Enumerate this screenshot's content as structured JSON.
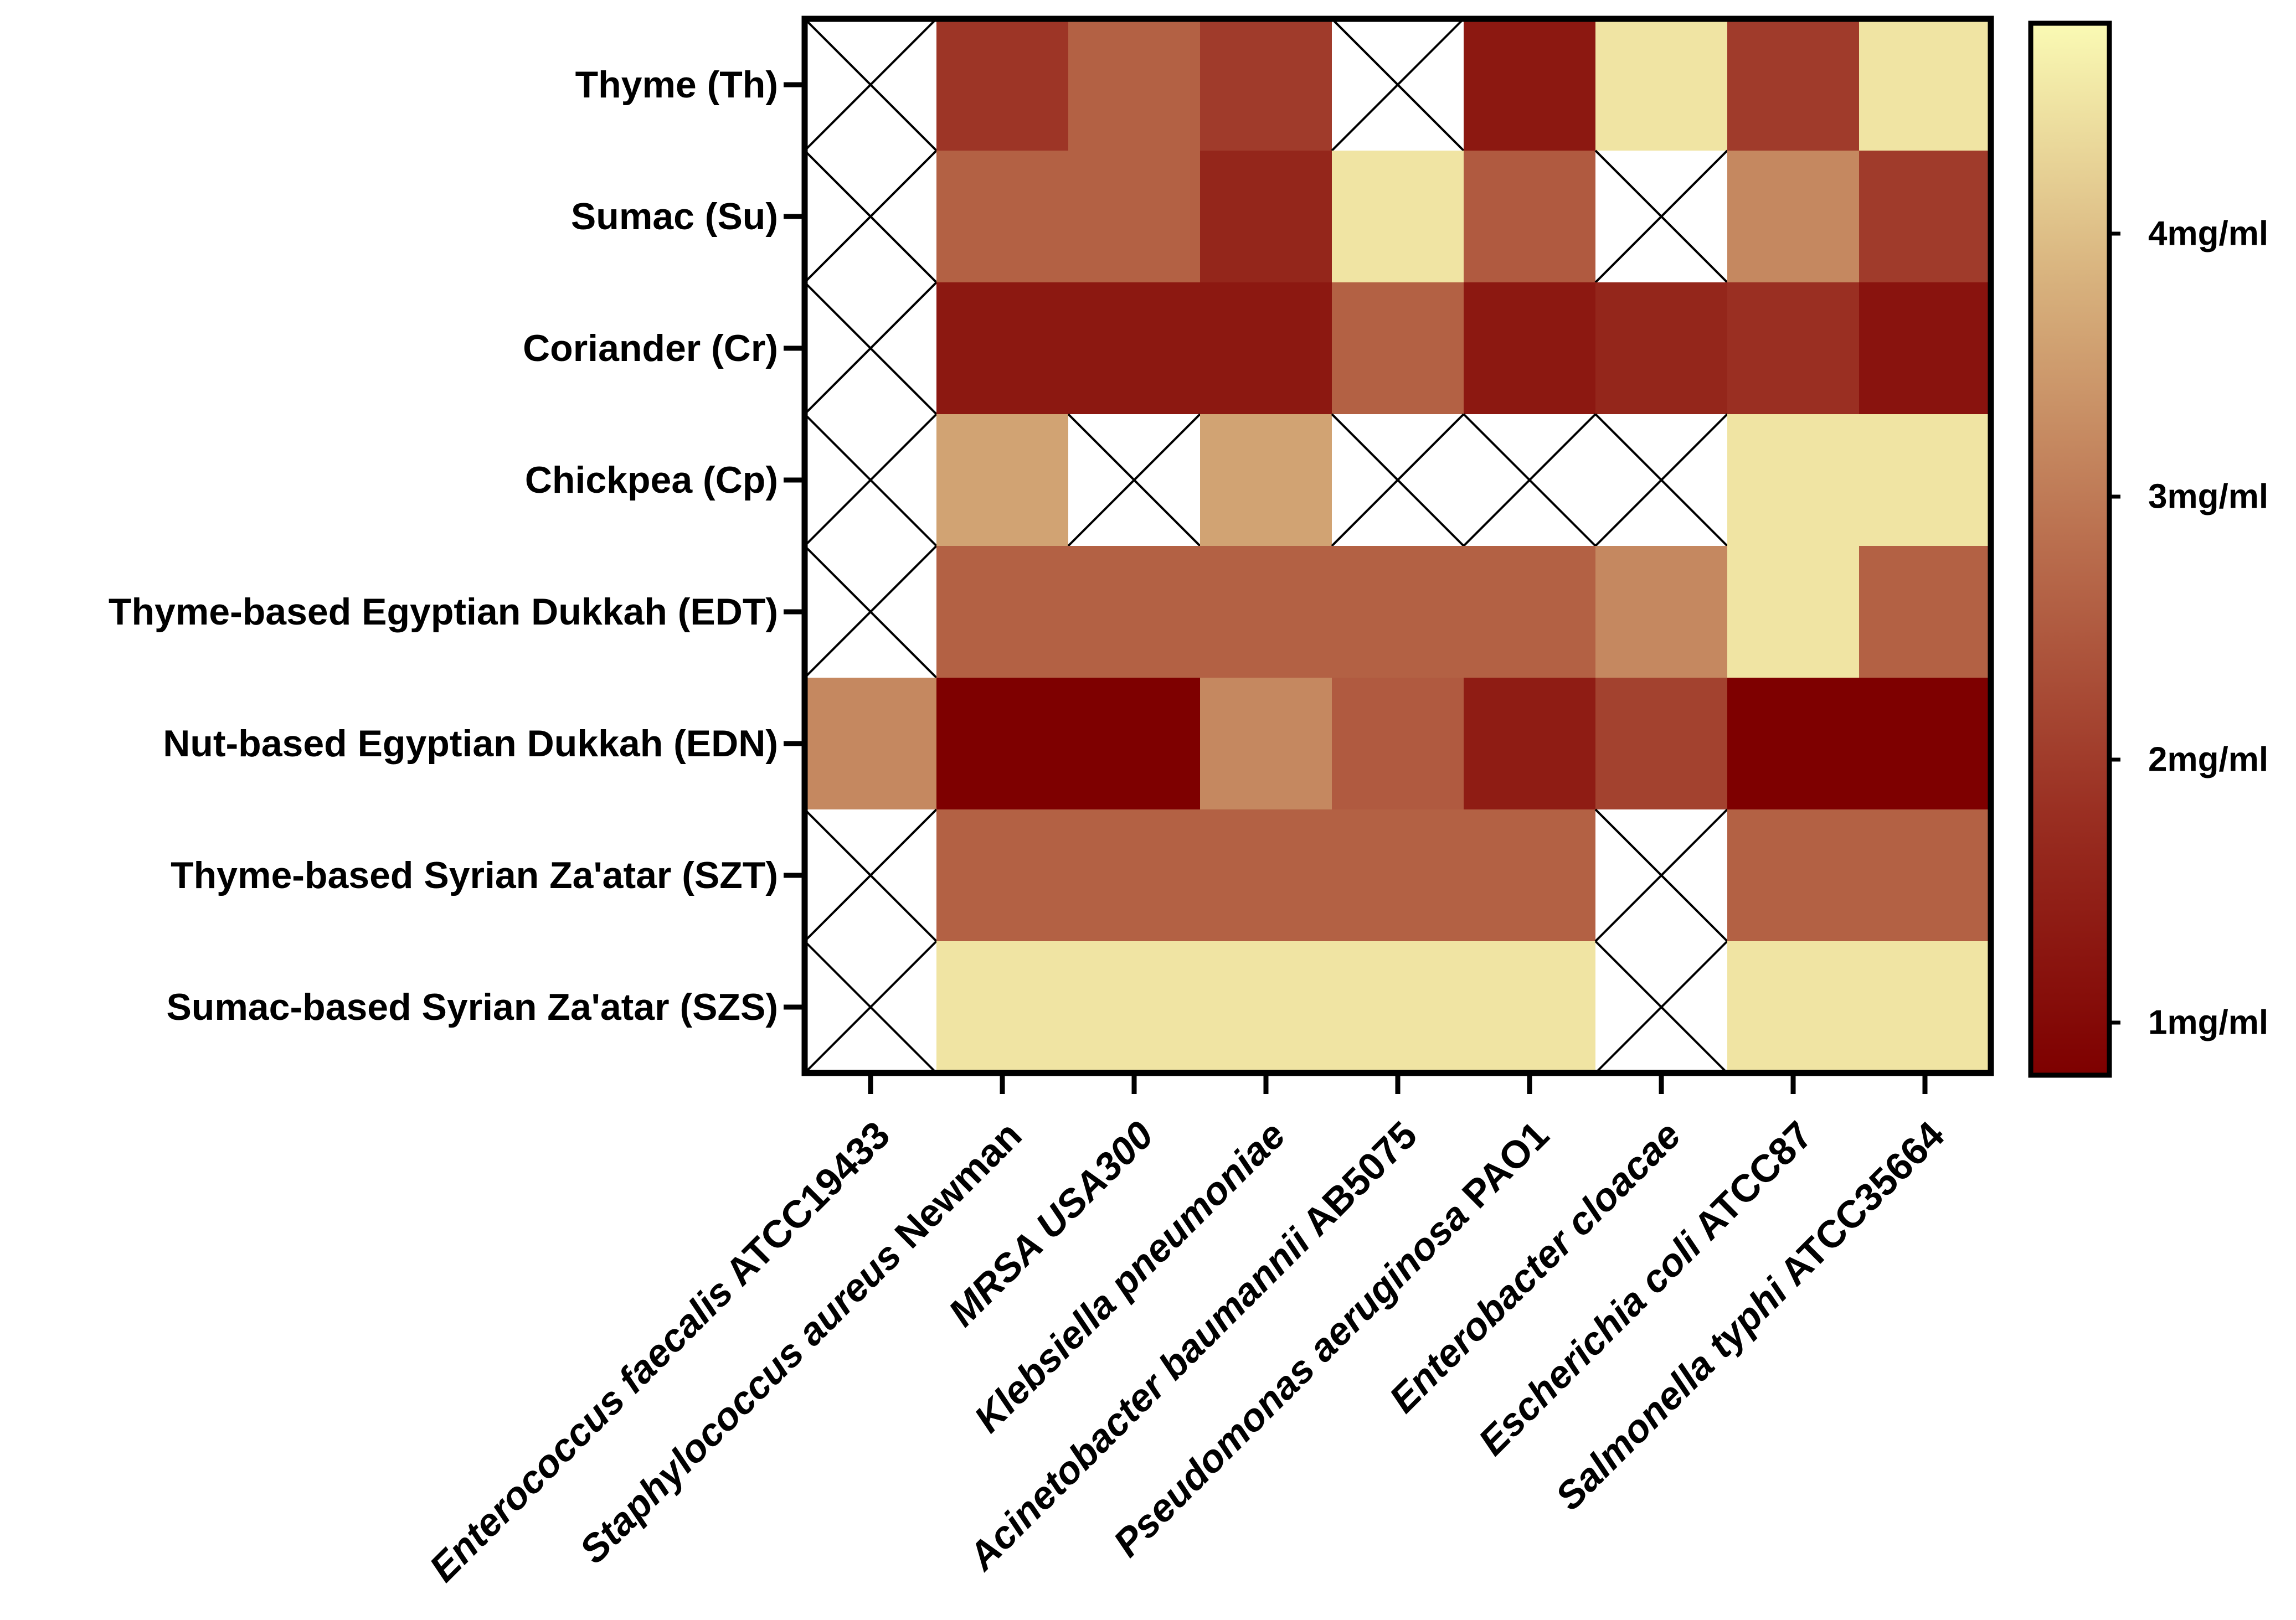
{
  "chart_data": {
    "type": "heatmap",
    "title": "",
    "xlabel": "",
    "ylabel": "",
    "rows": [
      "Thyme (Th)",
      "Sumac (Su)",
      "Coriander (Cr)",
      "Chickpea (Cp)",
      "Thyme-based Egyptian Dukkah (EDT)",
      "Nut-based Egyptian Dukkah (EDN)",
      "Thyme-based Syrian Za'atar (SZT)",
      "Sumac-based Syrian Za'atar (SZS)"
    ],
    "columns": [
      {
        "genus": "Enterococcus faecalis",
        "strain": "ATCC19433"
      },
      {
        "genus": "Staphylococcus aureus",
        "strain": "Newman"
      },
      {
        "genus": "MRSA USA300",
        "strain": ""
      },
      {
        "genus": "Klebsiella pneumoniae",
        "strain": ""
      },
      {
        "genus": "Acinetobacter baumannii",
        "strain": "AB5075"
      },
      {
        "genus": "Pseudomonas aeruginosa",
        "strain": "PAO1"
      },
      {
        "genus": "Enterobacter cloacae",
        "strain": ""
      },
      {
        "genus": "Escherichia coli",
        "strain": "ATCC87"
      },
      {
        "genus": "Salmonella typhi",
        "strain": "ATCC35664"
      }
    ],
    "values_mg_per_ml": [
      [
        null,
        1.9,
        2.6,
        2.0,
        null,
        1.3,
        4.5,
        2.0,
        4.5
      ],
      [
        null,
        2.6,
        2.6,
        1.6,
        4.5,
        2.5,
        null,
        3.2,
        2.0
      ],
      [
        null,
        1.3,
        1.3,
        1.3,
        2.6,
        1.3,
        1.6,
        1.8,
        1.2
      ],
      [
        null,
        3.6,
        null,
        3.6,
        null,
        null,
        null,
        4.5,
        4.5
      ],
      [
        null,
        2.6,
        2.6,
        2.6,
        2.6,
        2.6,
        3.2,
        4.5,
        2.6
      ],
      [
        3.2,
        0.8,
        0.8,
        3.2,
        2.5,
        1.4,
        2.1,
        0.8,
        0.8
      ],
      [
        null,
        2.6,
        2.6,
        2.6,
        2.6,
        2.6,
        null,
        2.6,
        2.6
      ],
      [
        null,
        4.5,
        4.5,
        4.5,
        4.5,
        4.5,
        null,
        4.5,
        4.5
      ]
    ],
    "missing_marker": "cross",
    "colorbar": {
      "min": 0.8,
      "max": 4.8,
      "ticks": [
        1,
        2,
        3,
        4
      ],
      "tick_labels": [
        "1mg/ml",
        "2mg/ml",
        "3mg/ml",
        "4mg/ml"
      ],
      "colors": [
        "#7e0000",
        "#9a2f22",
        "#b96d4d",
        "#d7b07c",
        "#fafab4"
      ],
      "placement": "right"
    },
    "grid": false
  }
}
